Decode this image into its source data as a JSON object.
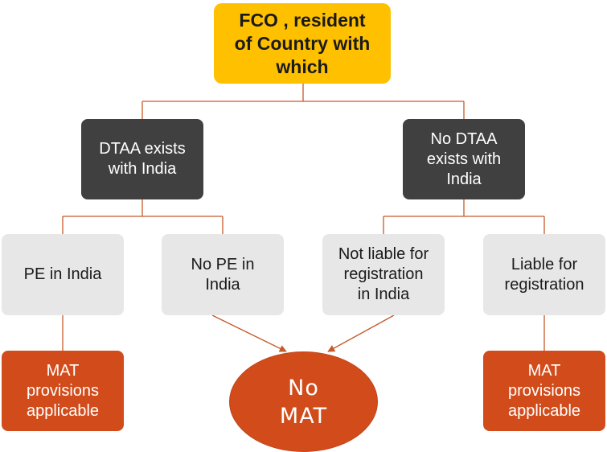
{
  "diagram": {
    "root": {
      "label": "FCO , resident\nof Country with\nwhich"
    },
    "branch_left": {
      "label": "DTAA exists\nwith  India"
    },
    "branch_right": {
      "label": "No DTAA\nexists with\nIndia"
    },
    "leaf_pe": {
      "label": "PE in India"
    },
    "leaf_no_pe": {
      "label": "No PE in\nIndia"
    },
    "leaf_not_liable": {
      "label": "Not liable  for\nregistration\nin India"
    },
    "leaf_liable": {
      "label": "Liable  for\nregistration"
    },
    "outcome_left": {
      "label": "MAT\nprovisions\napplicable"
    },
    "outcome_center": {
      "label": "No\nMAT"
    },
    "outcome_right": {
      "label": "MAT\nprovisions\napplicable"
    }
  },
  "colors": {
    "root": "#ffc000",
    "branch": "#404040",
    "leaf": "#e8e7e7",
    "outcome": "#d24c1b",
    "connector": "#c55a2a"
  }
}
